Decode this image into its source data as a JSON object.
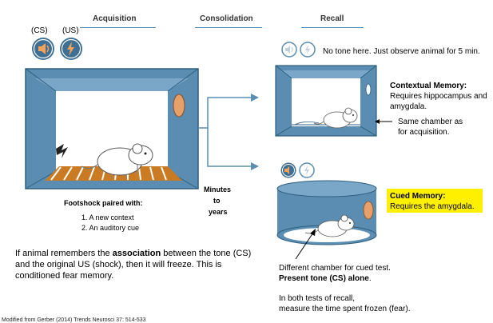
{
  "colors": {
    "chamber_blue": "#5a8db1",
    "chamber_dark": "#3f6f92",
    "floor_orange": "#c97a22",
    "light_button": "#e8a06a",
    "arrow_blue": "#5a8db1",
    "highlight_yellow": "#fff000"
  },
  "headers": {
    "acquisition": "Acquisition",
    "consolidation": "Consolidation",
    "recall": "Recall"
  },
  "acquisition": {
    "cs_label": "(CS)",
    "us_label": "(US)",
    "cs_icon": "speaker-icon",
    "us_icon": "lightning-icon",
    "footshock_title": "Footshock paired with:",
    "list": [
      "1.  A new context",
      "2.  An auditory cue"
    ]
  },
  "consolidation": {
    "time_lines": [
      "Minutes",
      "to",
      "years"
    ]
  },
  "recall_contextual": {
    "note": "No tone here. Just observe animal for 5 min.",
    "memory_title": "Contextual Memory:",
    "memory_desc_1": "Requires hippocampus and",
    "memory_desc_2": "amygdala.",
    "chamber_note_1": "Same chamber as",
    "chamber_note_2": "for acquisition."
  },
  "recall_cued": {
    "memory_title": "Cued Memory:",
    "memory_desc": "Requires the amygdala.",
    "note_1": "Different chamber for cued test.",
    "note_2": "Present tone (CS) alone",
    "note_2_end": "."
  },
  "explanation": {
    "part1": "If animal remembers the ",
    "bold": "association",
    "part2": " between the tone (CS) and the original US (shock), then it will freeze. This is conditioned fear memory."
  },
  "both_tests": {
    "line1": "In both tests of recall,",
    "line2": "measure the time spent frozen (fear)."
  },
  "citation": "Modified from Gerber (2014) Trends Neurosci 37: 514-533"
}
